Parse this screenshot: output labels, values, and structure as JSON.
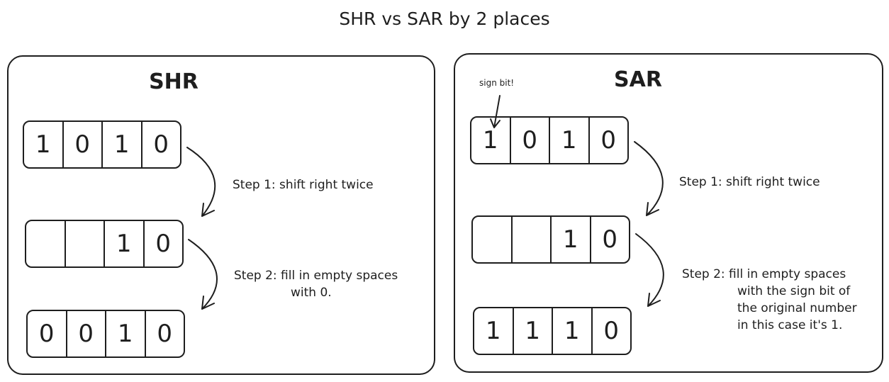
{
  "title": "SHR vs SAR by 2 places",
  "shr": {
    "title": "SHR",
    "rows": [
      [
        "1",
        "0",
        "1",
        "0"
      ],
      [
        "",
        "",
        "1",
        "0"
      ],
      [
        "0",
        "0",
        "1",
        "0"
      ]
    ],
    "step1": "Step 1: shift right twice",
    "step2_line1": "Step 2: fill in empty spaces",
    "step2_line2": "with 0."
  },
  "sar": {
    "title": "SAR",
    "sign_label": "sign bit!",
    "rows": [
      [
        "1",
        "0",
        "1",
        "0"
      ],
      [
        "",
        "",
        "1",
        "0"
      ],
      [
        "1",
        "1",
        "1",
        "0"
      ]
    ],
    "step1": "Step 1: shift right twice",
    "step2_line1": "Step 2: fill in empty spaces",
    "step2_lines": [
      "with the sign bit of",
      "the original number",
      "in this case it's 1."
    ]
  }
}
